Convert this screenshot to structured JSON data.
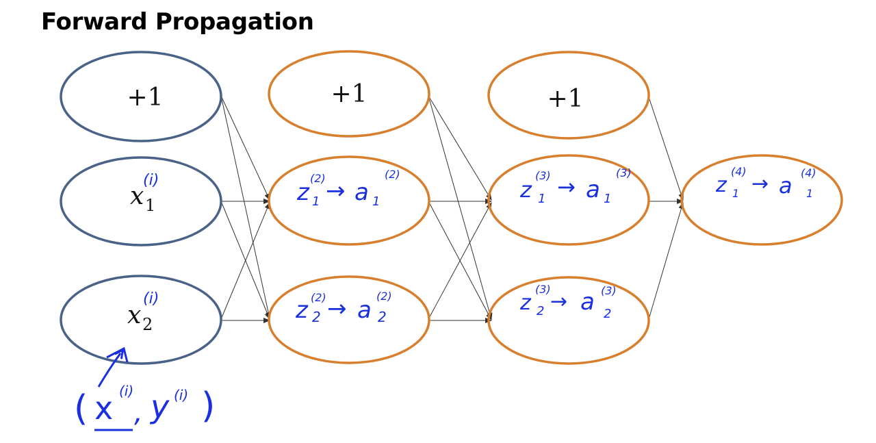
{
  "title": "Forward Propagation",
  "colors": {
    "input_stroke": "#4a6288",
    "layer_stroke": "#d87f2e",
    "edge": "#333333",
    "handwriting": "#1a2fe0"
  },
  "layers": {
    "input": {
      "bias": "+1",
      "x1": {
        "base": "x",
        "sub": "1",
        "sup": "(i)"
      },
      "x2": {
        "base": "x",
        "sub": "2",
        "sup": "(i)"
      }
    },
    "layer2": {
      "bias": "+1",
      "unit1": {
        "z": "z",
        "zsub": "1",
        "zsup": "(2)",
        "arrow": "→",
        "a": "a",
        "asub": "1",
        "asup": "(2)"
      },
      "unit2": {
        "z": "z",
        "zsub": "2",
        "zsup": "(2)",
        "arrow": "→",
        "a": "a",
        "asub": "2",
        "asup": "(2)"
      }
    },
    "layer3": {
      "bias": "+1",
      "unit1": {
        "z": "z",
        "zsub": "1",
        "zsup": "(3)",
        "arrow": "→",
        "a": "a",
        "asub": "1",
        "asup": "(3)"
      },
      "unit2": {
        "z": "z",
        "zsub": "2",
        "zsup": "(3)",
        "arrow": "→",
        "a": "a",
        "asub": "2",
        "asup": "(3)"
      }
    },
    "output": {
      "unit1": {
        "z": "z",
        "zsub": "1",
        "zsup": "(4)",
        "arrow": "→",
        "a": "a",
        "asub": "1",
        "asup": "(4)"
      }
    }
  },
  "annotation": {
    "open": "(",
    "x": "x",
    "xsup": "(i)",
    "comma": ",",
    "y": "y",
    "ysup": "(i)",
    "close": ")"
  }
}
